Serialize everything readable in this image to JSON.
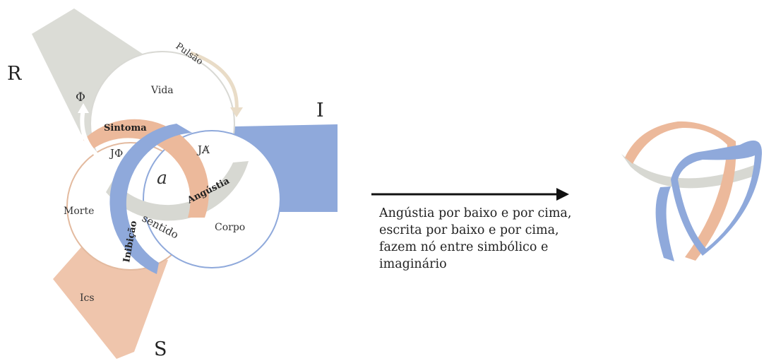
{
  "diagram": {
    "label_R": "R",
    "label_I": "I",
    "label_S": "S",
    "label_pulsao": "Pulsão",
    "label_phi": "Φ",
    "label_vida": "Vida",
    "label_sintoma": "Sintoma",
    "label_j_phi": "JΦ",
    "label_j_a": "JA̸",
    "label_a": "a",
    "label_angustia": "Angústia",
    "label_morte": "Morte",
    "label_inibicao": "Inibição",
    "label_sentido": "sentido",
    "label_corpo": "Corpo",
    "label_ics": "Ics"
  },
  "caption": {
    "text": "Angústia por baixo e por cima, escrita por baixo e por cima, fazem nó entre simbólico e imaginário"
  },
  "colors": {
    "real_gray": "#d7d8d2",
    "imaginary_blue": "#8fa9db",
    "symbolic_peach": "#ecb99b",
    "ring_outline": "#e3ba9f"
  }
}
